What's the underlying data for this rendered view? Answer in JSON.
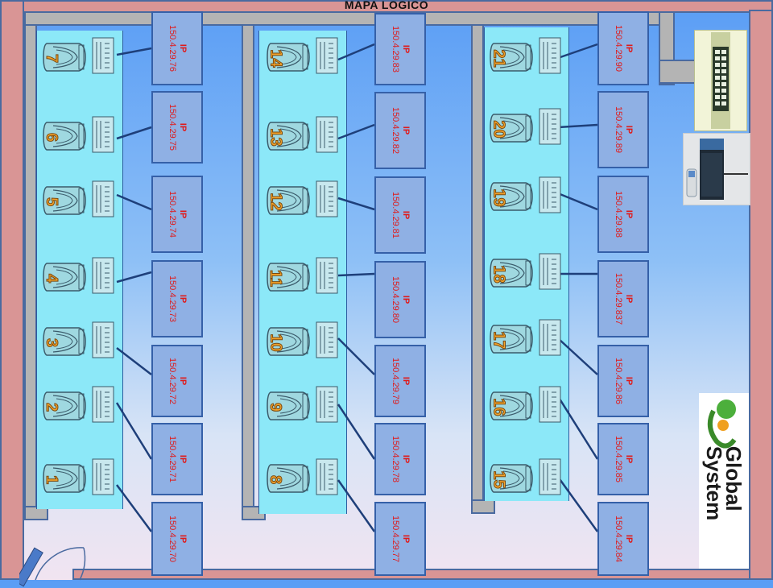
{
  "title": "MAPA    LOGICO",
  "colors": {
    "ip_text": "#e01a1a",
    "number_text": "#f3a22a",
    "panel": "#8ce8f8",
    "ip_box": "#8fb0e4",
    "wall": "#d99595"
  },
  "ip_label": "IP",
  "workstations": [
    {
      "num": "1",
      "ip": "150.4.29.71"
    },
    {
      "num": "2",
      "ip": "150.4.29.72"
    },
    {
      "num": "3",
      "ip": "150.4.29.73"
    },
    {
      "num": "4",
      "ip": "150.4.29.74"
    },
    {
      "num": "5",
      "ip": "150.4.29.75"
    },
    {
      "num": "6",
      "ip": "150.4.29.76"
    },
    {
      "num": "7",
      "ip": "150.4.29.77"
    },
    {
      "num": "8",
      "ip": "150.4.29.78"
    },
    {
      "num": "9",
      "ip": "150.4.29.79"
    },
    {
      "num": "10",
      "ip": "150.4.29.80"
    },
    {
      "num": "11",
      "ip": "150.4.29.81"
    },
    {
      "num": "12",
      "ip": "150.4.29.82"
    },
    {
      "num": "13",
      "ip": "150.4.29.83"
    },
    {
      "num": "14",
      "ip": "150.4.29.84"
    },
    {
      "num": "15",
      "ip": "150.4.29.85"
    },
    {
      "num": "16",
      "ip": "150.4.29.86"
    },
    {
      "num": "17",
      "ip": "150.4.29.837"
    },
    {
      "num": "18",
      "ip": "150.4.29.88"
    },
    {
      "num": "19",
      "ip": "150.4.29.89"
    },
    {
      "num": "20",
      "ip": "150.4.29.90"
    },
    {
      "num": "21",
      "ip": ""
    }
  ],
  "extra_ip": "150.4.29.70",
  "logo": {
    "line1": "Global",
    "line2": "System"
  },
  "icons": [
    "chair-icon",
    "computer-icon",
    "network-switch-icon",
    "server-device-icon",
    "global-system-logo-icon",
    "door-icon"
  ]
}
